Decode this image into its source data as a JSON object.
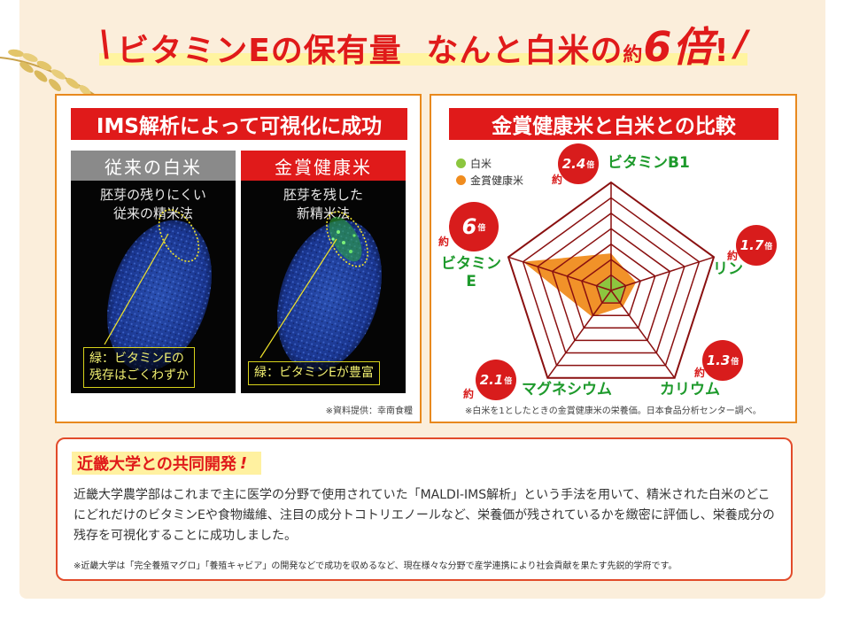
{
  "headline": {
    "slash_left": "\\",
    "part1": "ビタミンEの保有量",
    "part2": "なんと白米の",
    "yaku": "約",
    "six": "6倍",
    "bang": "!",
    "slash_right": "/"
  },
  "left_panel": {
    "title": "IMS解析によって可視化に成功",
    "col1": {
      "header": "従来の白米",
      "sub_line1": "胚芽の残りにくい",
      "sub_line2": "従来の精米法",
      "caption_line1": "緑：ビタミンEの",
      "caption_line2": "残存はごくわずか",
      "header_color": "#8a8a8a"
    },
    "col2": {
      "header": "金賞健康米",
      "sub_line1": "胚芽を残した",
      "sub_line2": "新精米法",
      "caption_line1": "緑：ビタミンEが豊富",
      "header_color": "#e01a1a"
    },
    "source": "※資料提供：幸南食糧"
  },
  "right_panel": {
    "title": "金賞健康米と白米との比較",
    "legend": [
      {
        "label": "白米",
        "color": "#8cc63f"
      },
      {
        "label": "金賞健康米",
        "color": "#f08c1e"
      }
    ],
    "axes": [
      {
        "label": "ビタミンB1",
        "yaku": "約",
        "multiplier": "2.4",
        "unit": "倍"
      },
      {
        "label": "リン",
        "yaku": "約",
        "multiplier": "1.7",
        "unit": "倍"
      },
      {
        "label": "カリウム",
        "yaku": "約",
        "multiplier": "1.3",
        "unit": "倍"
      },
      {
        "label": "マグネシウム",
        "yaku": "約",
        "multiplier": "2.1",
        "unit": "倍"
      },
      {
        "label_line1": "ビタミン",
        "label_line2": "E",
        "yaku": "約",
        "multiplier": "6",
        "unit": "倍"
      }
    ],
    "source": "※白米を1としたときの金賞健康米の栄養価。日本食品分析センター調べ。"
  },
  "chart_data": {
    "type": "radar",
    "title": "金賞健康米と白米との比較",
    "categories": [
      "ビタミンB1",
      "リン",
      "カリウム",
      "マグネシウム",
      "ビタミンE"
    ],
    "series": [
      {
        "name": "白米",
        "values": [
          1,
          1,
          1,
          1,
          1
        ]
      },
      {
        "name": "金賞健康米",
        "values": [
          2.4,
          1.7,
          1.3,
          2.1,
          6
        ]
      }
    ]
  },
  "bottom": {
    "title": "近畿大学との共同開発",
    "title_bang": "!",
    "body": "近畿大学農学部はこれまで主に医学の分野で使用されていた「MALDI-IMS解析」という手法を用いて、精米された白米のどこにどれだけのビタミンEや食物繊維、注目の成分トコトリエノールなど、栄養価が残されているかを緻密に評価し、栄養成分の残存を可視化することに成功しました。",
    "note": "※近畿大学は「完全養殖マグロ」「養殖キャビア」の開発などで成功を収めるなど、現在様々な分野で産学連携により社会貢献を果たす先鋭的学府です。"
  }
}
